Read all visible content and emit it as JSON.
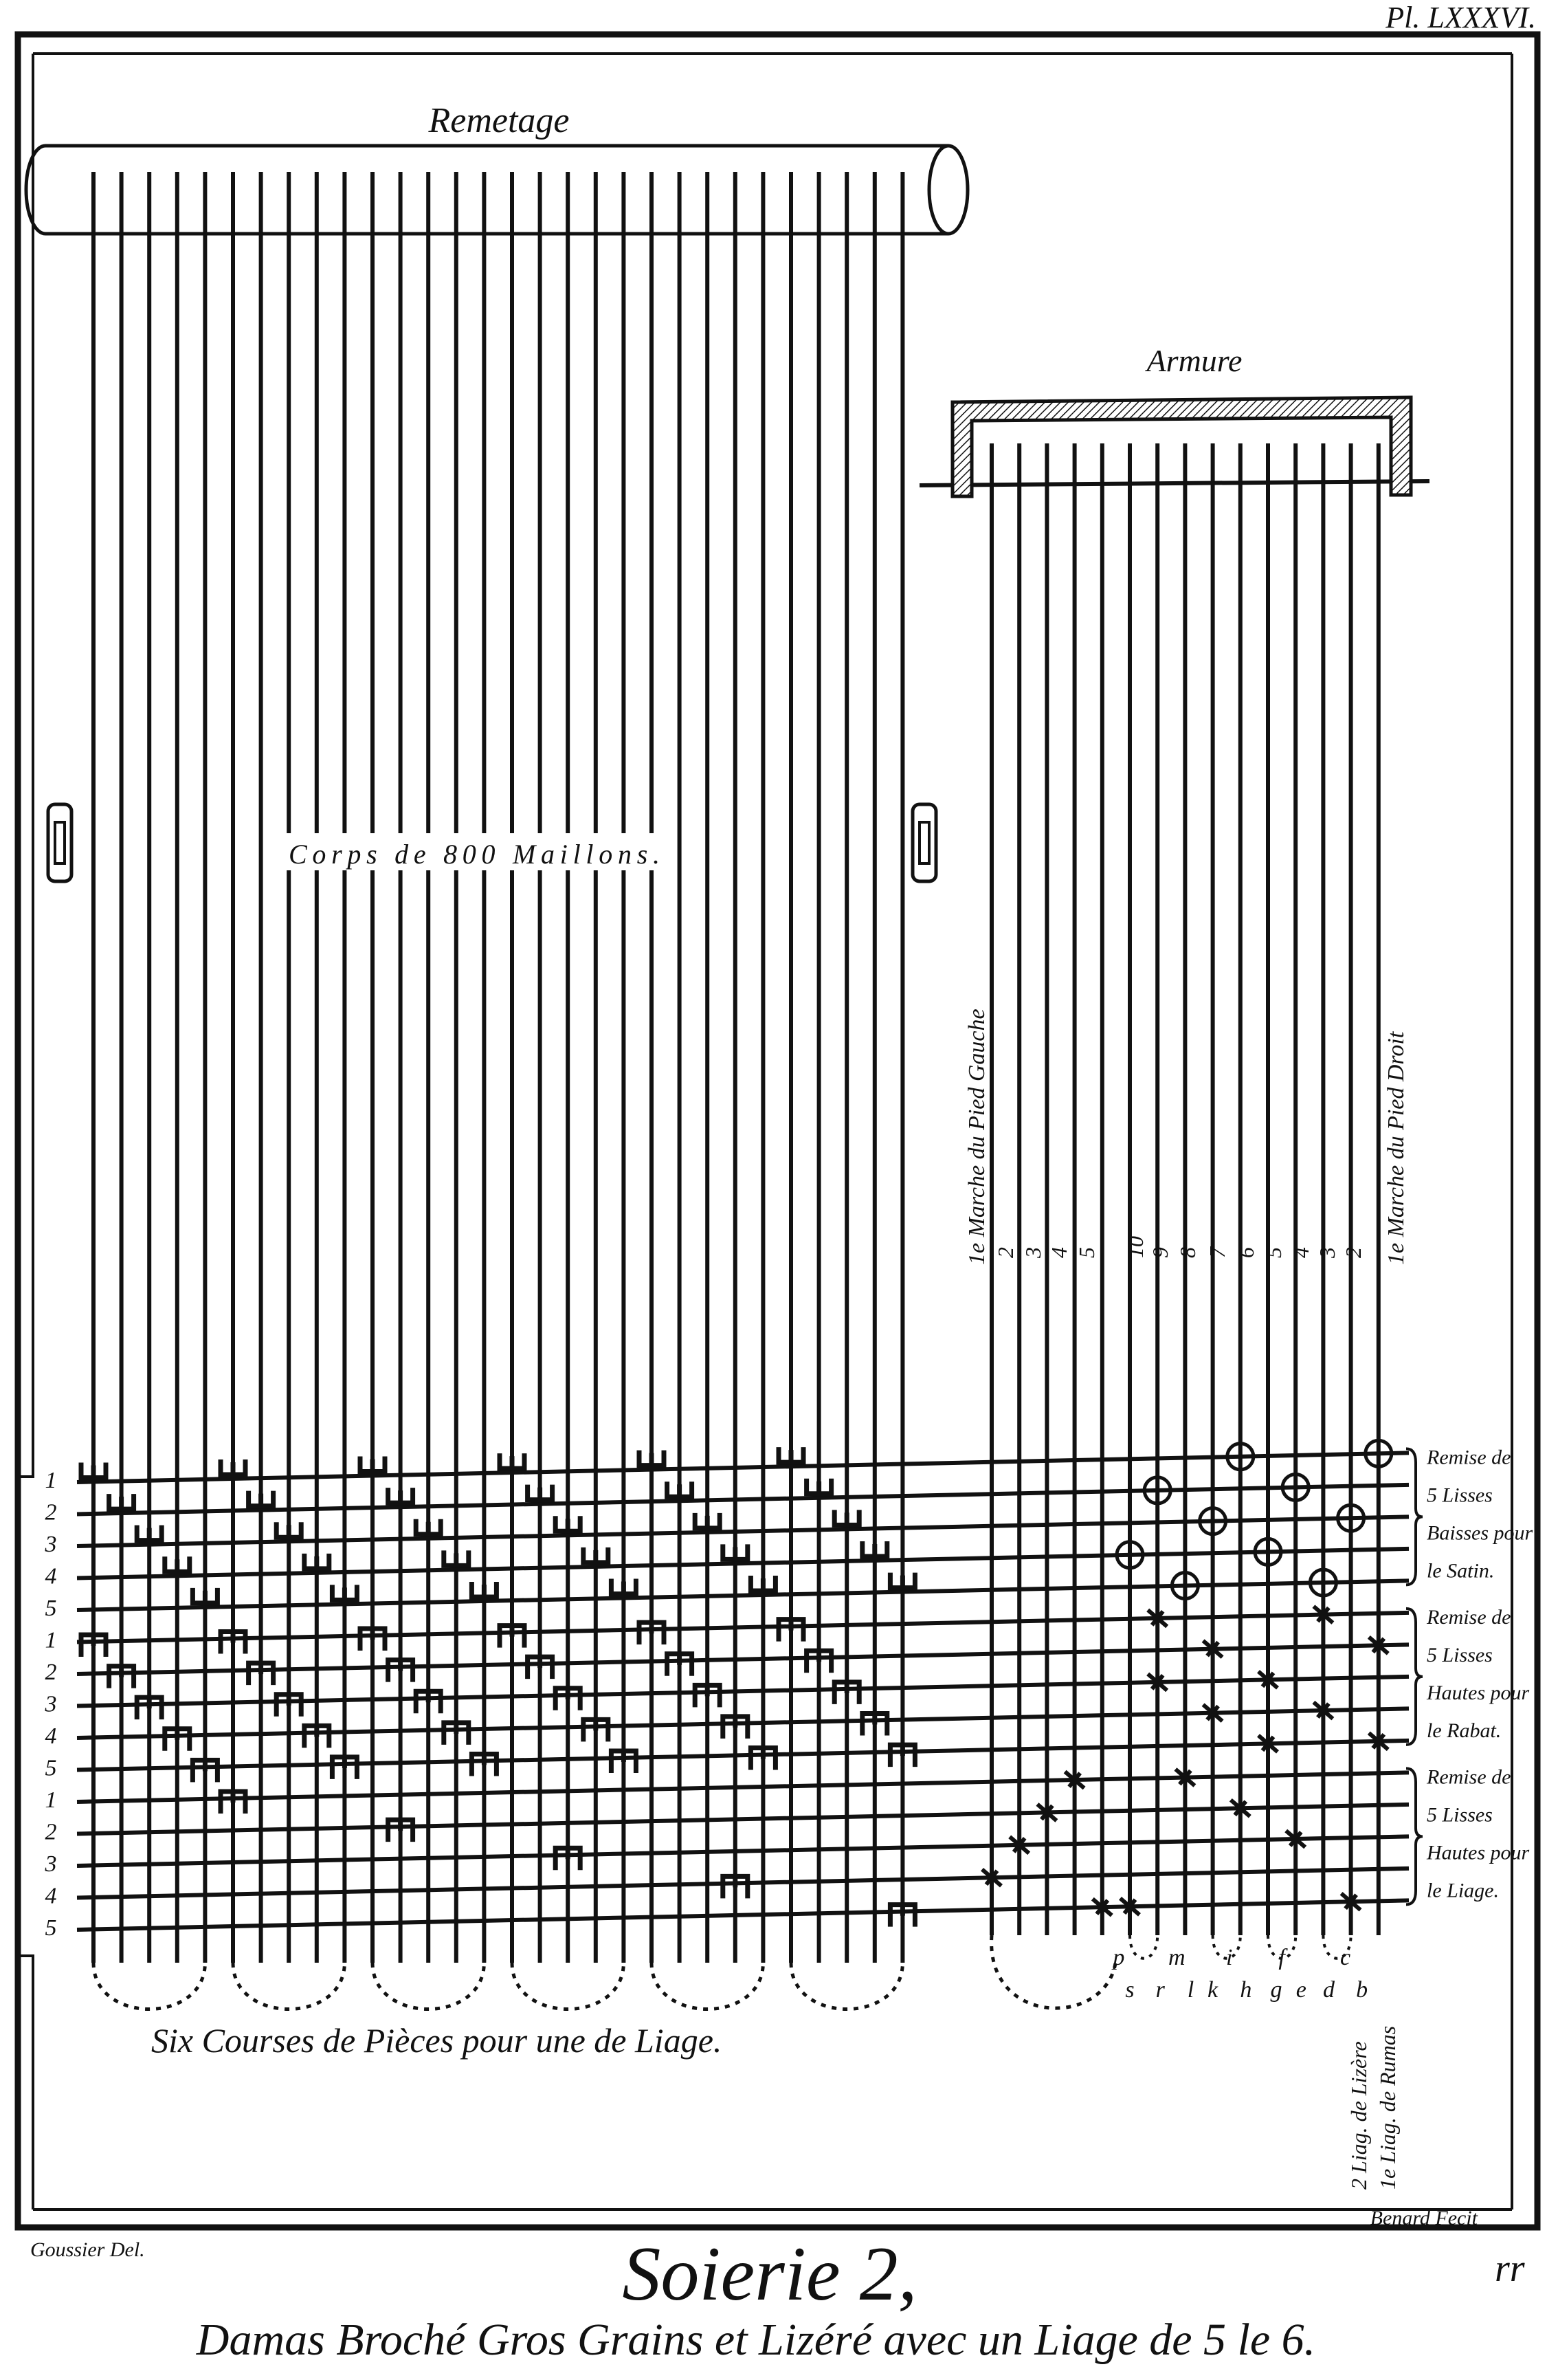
{
  "plate_number": "Pl. LXXXVI.",
  "remetage": {
    "title": "Remetage",
    "caption": "Corps de 800 Maillons."
  },
  "armure": {
    "title": "Armure",
    "left_pedal_label": "1e Marche du Pied Gauche",
    "right_pedal_label": "1e Marche du Pied Droit",
    "treadle_numbers": [
      "2",
      "3",
      "4",
      "5",
      "10",
      "9",
      "8",
      "7",
      "6",
      "5",
      "4",
      "3",
      "2"
    ]
  },
  "row_labels": [
    "1",
    "2",
    "3",
    "4",
    "5",
    "1",
    "2",
    "3",
    "4",
    "5",
    "1",
    "2",
    "3",
    "4",
    "5"
  ],
  "side_labels": [
    [
      "Remise de",
      "5 Lisses",
      "Baisses pour",
      "le Satin."
    ],
    [
      "Remise de",
      "5 Lisses",
      "Hautes pour",
      "le Rabat."
    ],
    [
      "Remise de",
      "5 Lisses",
      "Hautes pour",
      "le Liage."
    ]
  ],
  "letters_top": [
    "p",
    "m",
    "i",
    "f",
    "c"
  ],
  "letters_bottom": [
    "s",
    "r",
    "l",
    "k",
    "h",
    "g",
    "e",
    "d",
    "b"
  ],
  "liage_labels": [
    "2 Liag. de Lizère",
    "1e Liag. de Rumas"
  ],
  "courses_caption": "Six Courses de Pièces pour une de Liage.",
  "footer": {
    "draughtsman": "Goussier Del.",
    "engraver": "Benard Fecit",
    "section_title": "Soierie 2,",
    "page_mark": "rr",
    "subtitle": "Damas Broché Gros Grains et Lizéré avec un Liage de 5 le 6."
  },
  "pattern": {
    "courses": 6,
    "threads_per_course": 5,
    "armure_threads": 15,
    "satin_circles": [
      [
        9,
        14
      ],
      [
        6,
        11
      ],
      [
        8,
        13
      ],
      [
        5,
        10
      ],
      [
        7,
        12
      ]
    ],
    "rabat_crosses": [
      [
        6,
        12
      ],
      [
        8,
        14
      ],
      [
        6,
        10
      ],
      [
        8,
        12
      ],
      [
        10,
        14
      ]
    ],
    "liage_crosses": [
      [
        3,
        7
      ],
      [
        2,
        9
      ],
      [
        1,
        11
      ],
      [
        0
      ],
      [
        4,
        5,
        13
      ]
    ]
  },
  "colors": {
    "ink": "#111111",
    "paper": "#ffffff"
  }
}
